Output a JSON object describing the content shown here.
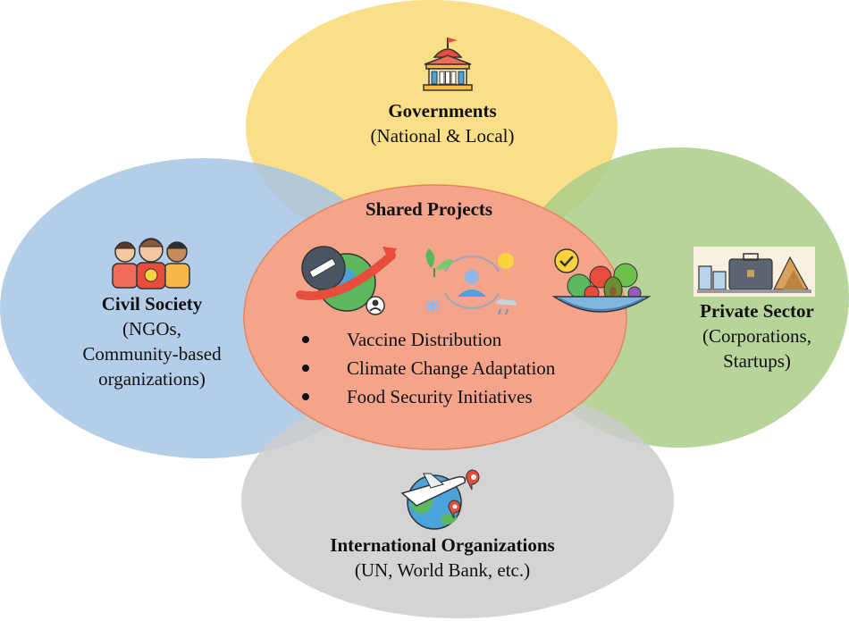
{
  "stakeholders": {
    "governments": {
      "title": "Governments",
      "subtitle": "(National & Local)",
      "color": "#f9d978",
      "icon": "government-building-icon"
    },
    "civil_society": {
      "title": "Civil Society",
      "lines": [
        "(NGOs,",
        "Community-based",
        "organizations)"
      ],
      "color": "#a7c6e6",
      "icon": "people-group-icon"
    },
    "private_sector": {
      "title": "Private Sector",
      "lines": [
        "(Corporations,",
        "Startups)"
      ],
      "color": "#aacd8a",
      "icon": "industry-icon"
    },
    "international": {
      "title": "International Organizations",
      "subtitle": "(UN, World Bank, etc.)",
      "color": "#cdcdcd",
      "icon": "airplane-globe-icon"
    }
  },
  "shared": {
    "title": "Shared Projects",
    "color": "#f3a48a",
    "border_color": "#e8845d",
    "projects": [
      "Vaccine Distribution",
      "Climate Change Adaptation",
      "Food Security Initiatives"
    ],
    "icons": [
      "vaccine-globe-icon",
      "climate-cycle-icon",
      "food-bowl-icon"
    ]
  }
}
